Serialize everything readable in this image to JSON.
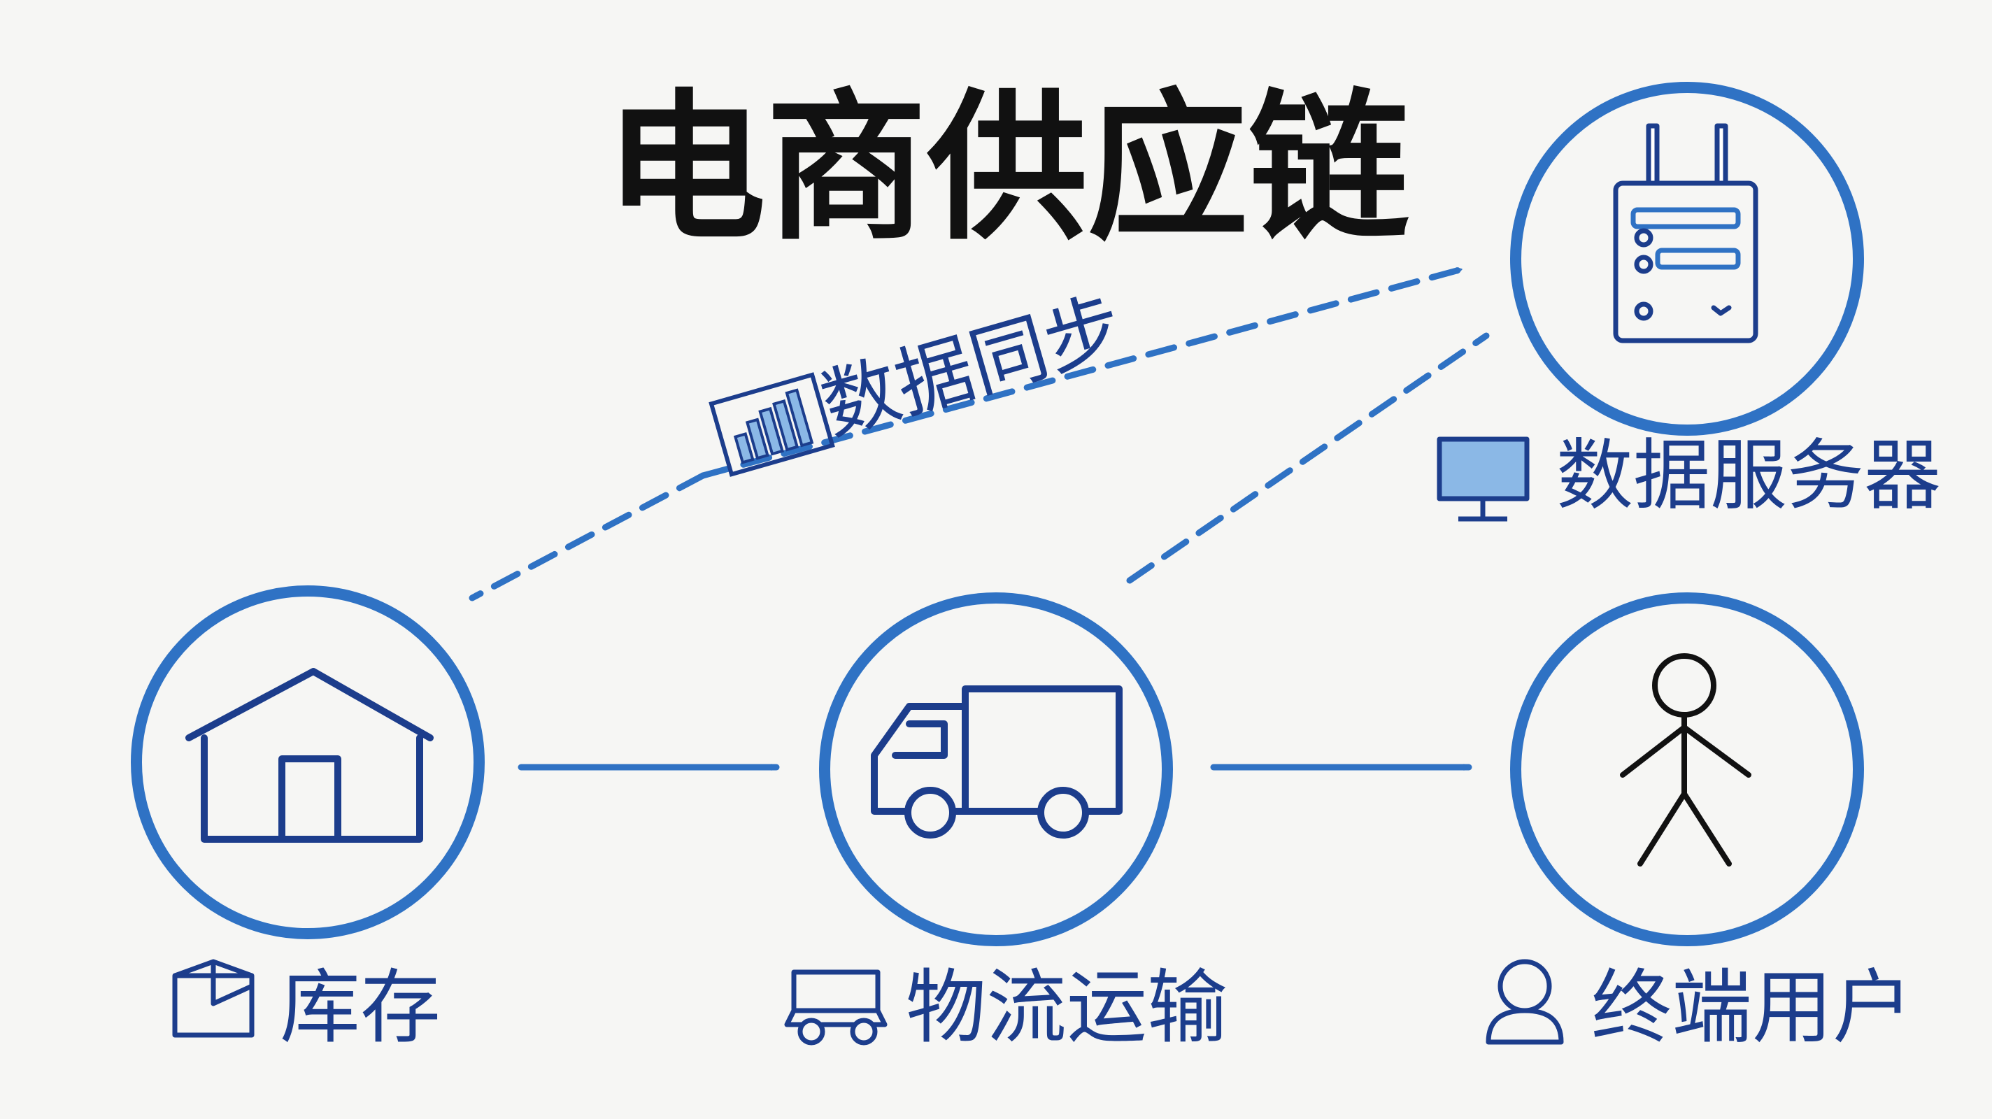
{
  "title": "电商供应链",
  "colors": {
    "accent": "#2f72c4",
    "dark_blue": "#1c3d8c",
    "ink": "#111111",
    "background": "#f6f6f4",
    "screen_fill": "#8bb8e6"
  },
  "nodes": {
    "inventory": {
      "label": "库存",
      "icon": "house-icon",
      "label_icon": "box-icon"
    },
    "logistics": {
      "label": "物流运输",
      "icon": "truck-icon",
      "label_icon": "van-icon"
    },
    "end_user": {
      "label": "终端用户",
      "icon": "stick-figure-icon",
      "label_icon": "user-icon"
    },
    "data_server": {
      "label": "数据服务器",
      "icon": "server-rack-icon",
      "label_icon": "monitor-icon"
    }
  },
  "edges": {
    "sync": {
      "label": "数据同步",
      "icon": "bar-chart-icon"
    }
  }
}
